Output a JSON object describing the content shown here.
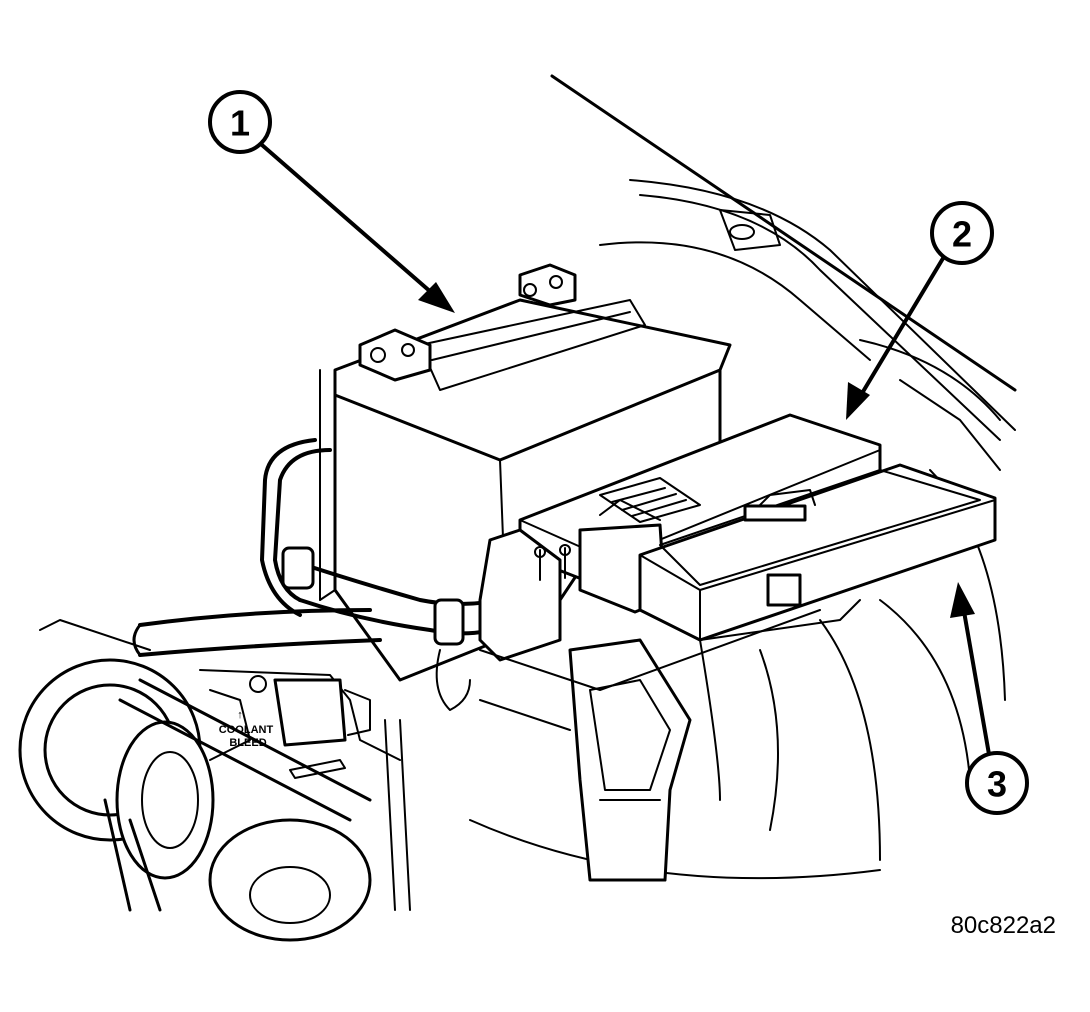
{
  "callouts": [
    {
      "id": "battery",
      "label": "1"
    },
    {
      "id": "ipm-housing",
      "label": "2"
    },
    {
      "id": "ipm-cover",
      "label": "3"
    }
  ],
  "engine_label": {
    "arrow": "↑",
    "line1": "COOLANT",
    "line2": "BLEED"
  },
  "figure_id": "80c822a2"
}
